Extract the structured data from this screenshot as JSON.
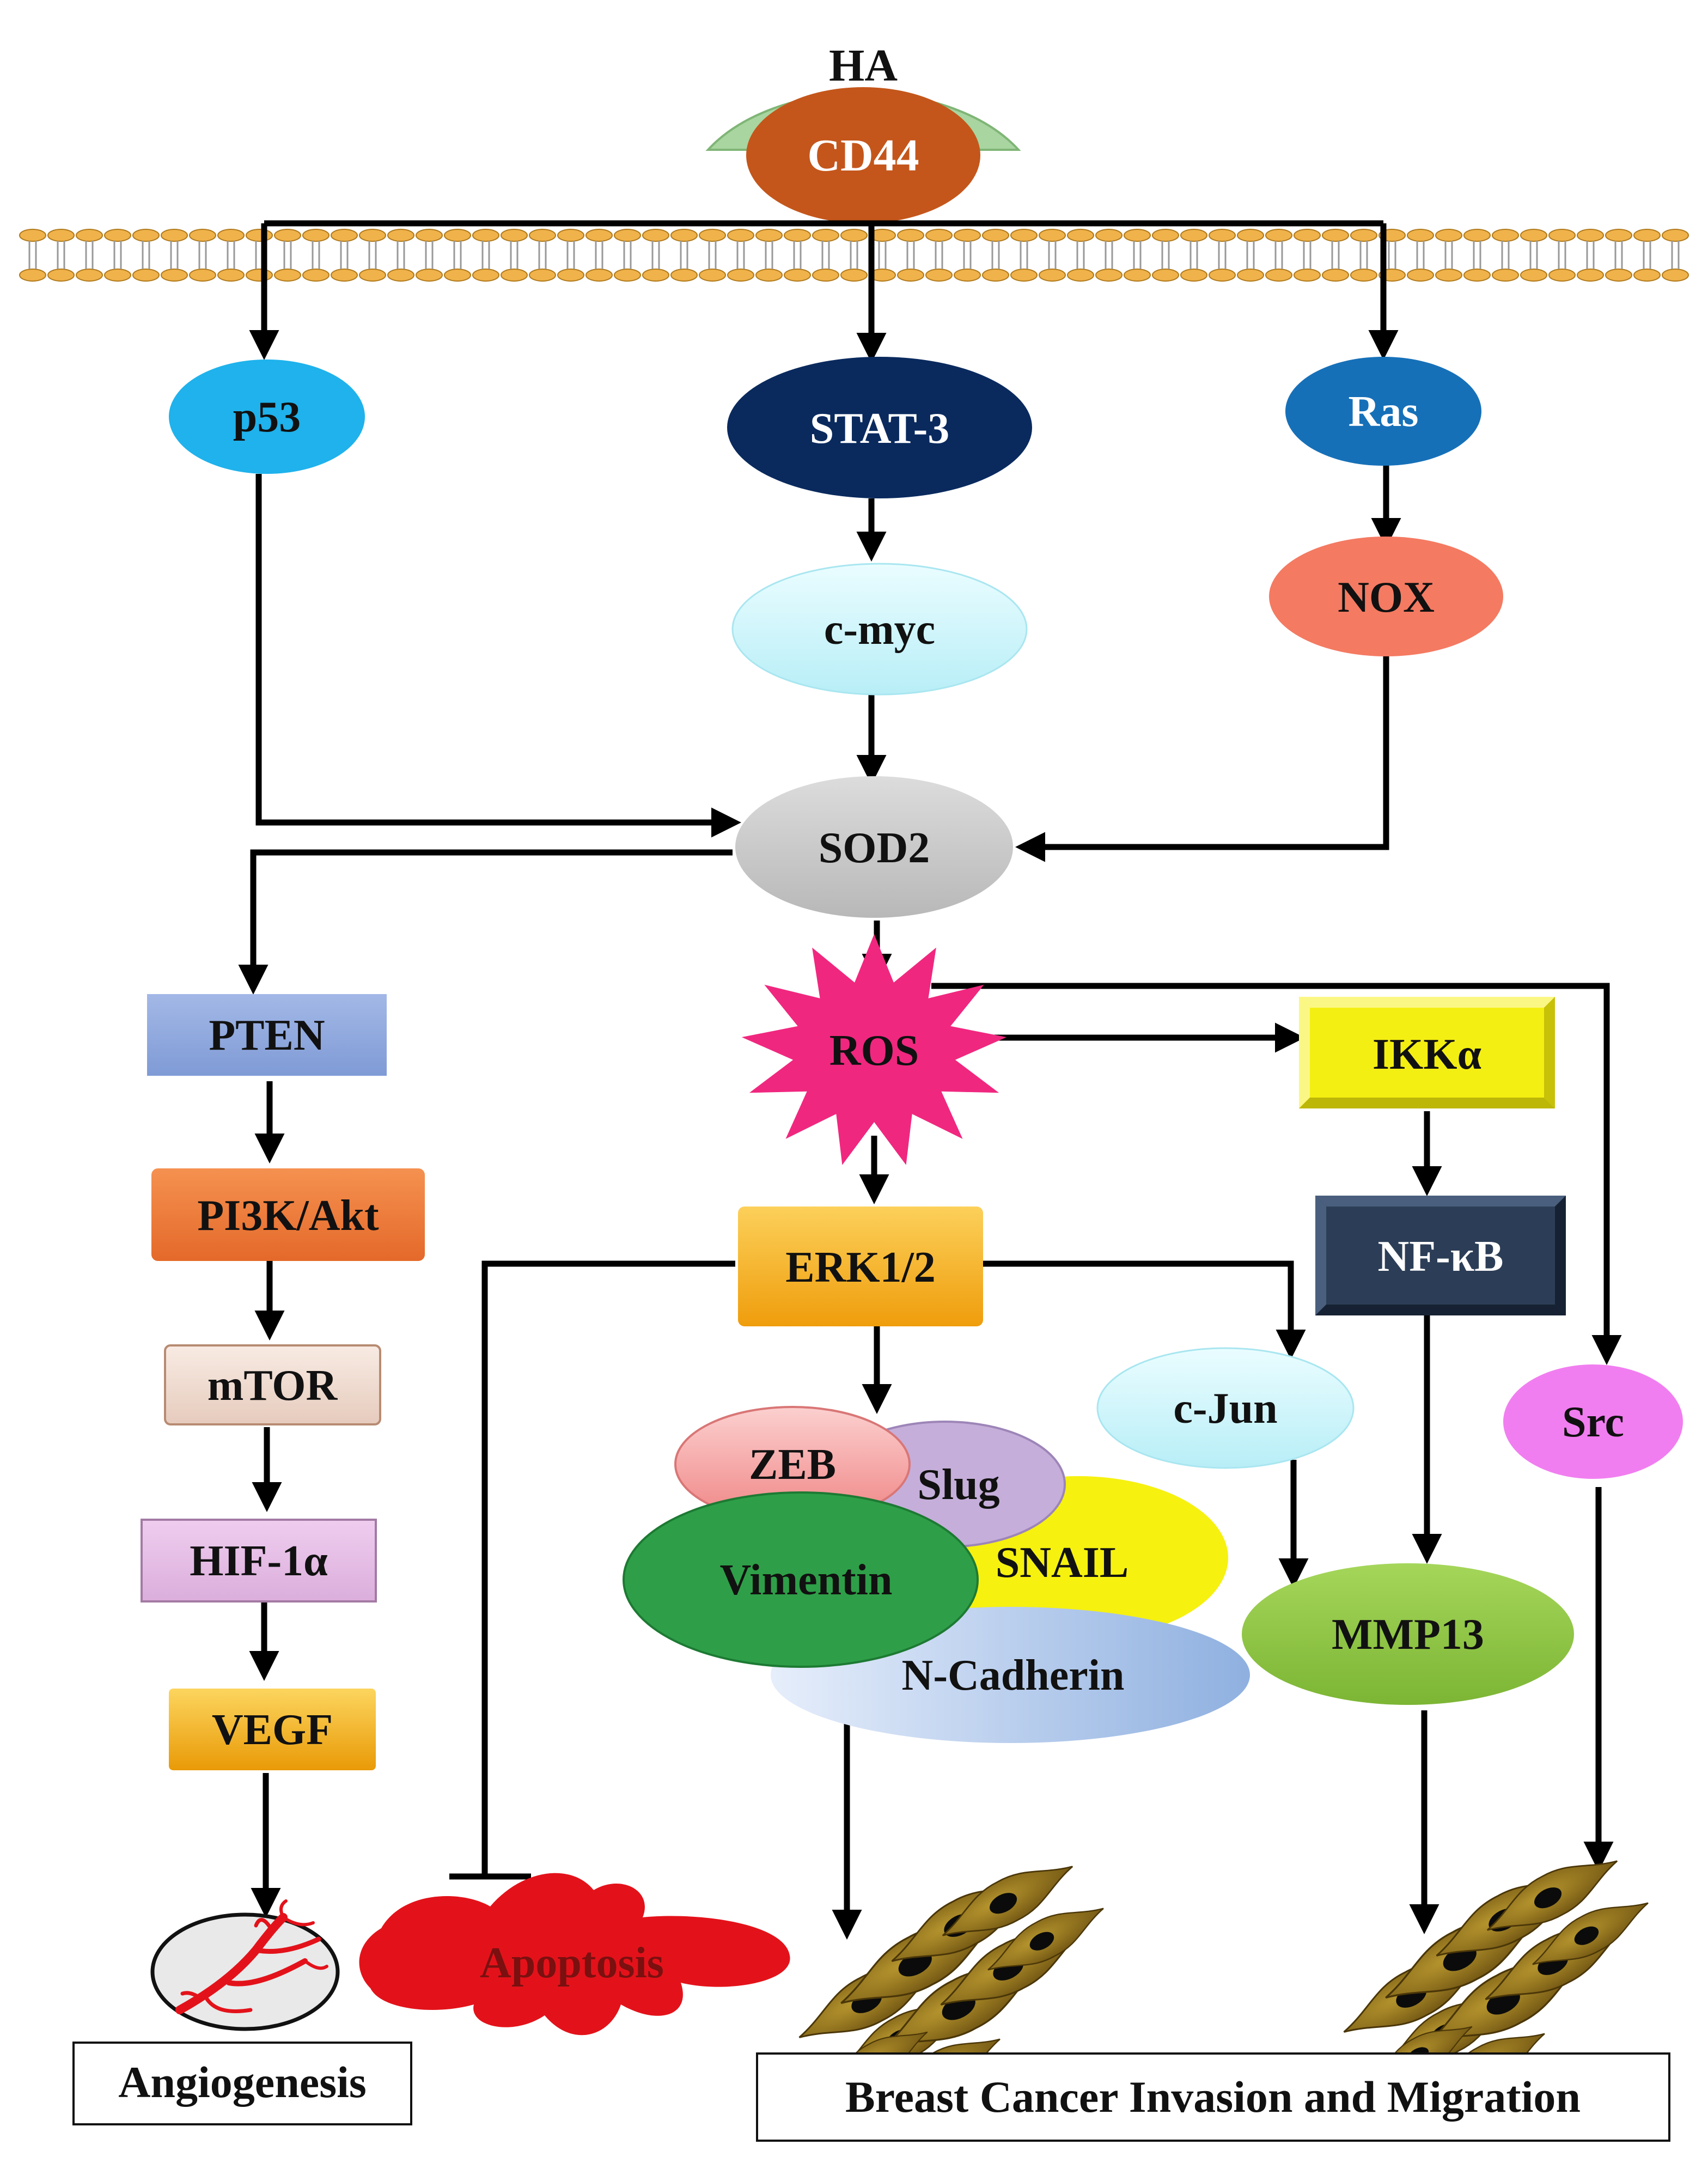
{
  "nodes": {
    "ha": "HA",
    "cd44": "CD44",
    "p53": "p53",
    "stat3": "STAT-3",
    "ras": "Ras",
    "cmyc": "c-myc",
    "nox": "NOX",
    "sod2": "SOD2",
    "pten": "PTEN",
    "ros": "ROS",
    "ikka": "IKKα",
    "pi3k": "PI3K/Akt",
    "erk": "ERK1/2",
    "nfkb": "NF-κB",
    "mtor": "mTOR",
    "cjun": "c-Jun",
    "src": "Src",
    "zeb": "ZEB",
    "slug": "Slug",
    "snail": "SNAIL",
    "vimentin": "Vimentin",
    "hif": "HIF-1α",
    "mmp13": "MMP13",
    "ncad": "N-Cadherin",
    "vegf": "VEGF",
    "apoptosis": "Apoptosis"
  },
  "outcomes": {
    "angiogenesis": "Angiogenesis",
    "invasion": "Breast Cancer Invasion and Migration"
  },
  "colors": {
    "ha": "#a8d5a0",
    "cd44": "#c4561b",
    "membrane": "#f0b24a",
    "p53": "#1fb2ec",
    "stat3": "#0a2a5e",
    "ras": "#1670b8",
    "cmyc": "#c7f5fb",
    "nox": "#f47a62",
    "sod2": "#c9c9c9",
    "ros": "#f0277f",
    "pten": "#8fa9de",
    "pi3k": "#ee7a34",
    "mtor": "#f1ddd2",
    "hif": "#e7bde7",
    "vegf": "#f7b319",
    "erk": "#f7b319",
    "ikka": "#f4ef12",
    "nfkb": "#2c3e57",
    "cjun": "#c7f5fb",
    "src": "#f17ef0",
    "zeb": "#f59b9b",
    "slug": "#c5aed9",
    "snail": "#f6f10f",
    "vimentin": "#2e9f48",
    "ncad": "#b9cdee",
    "mmp13": "#8cc63f",
    "apoptosis": "#e3121a",
    "cells": "#8b6a17"
  }
}
